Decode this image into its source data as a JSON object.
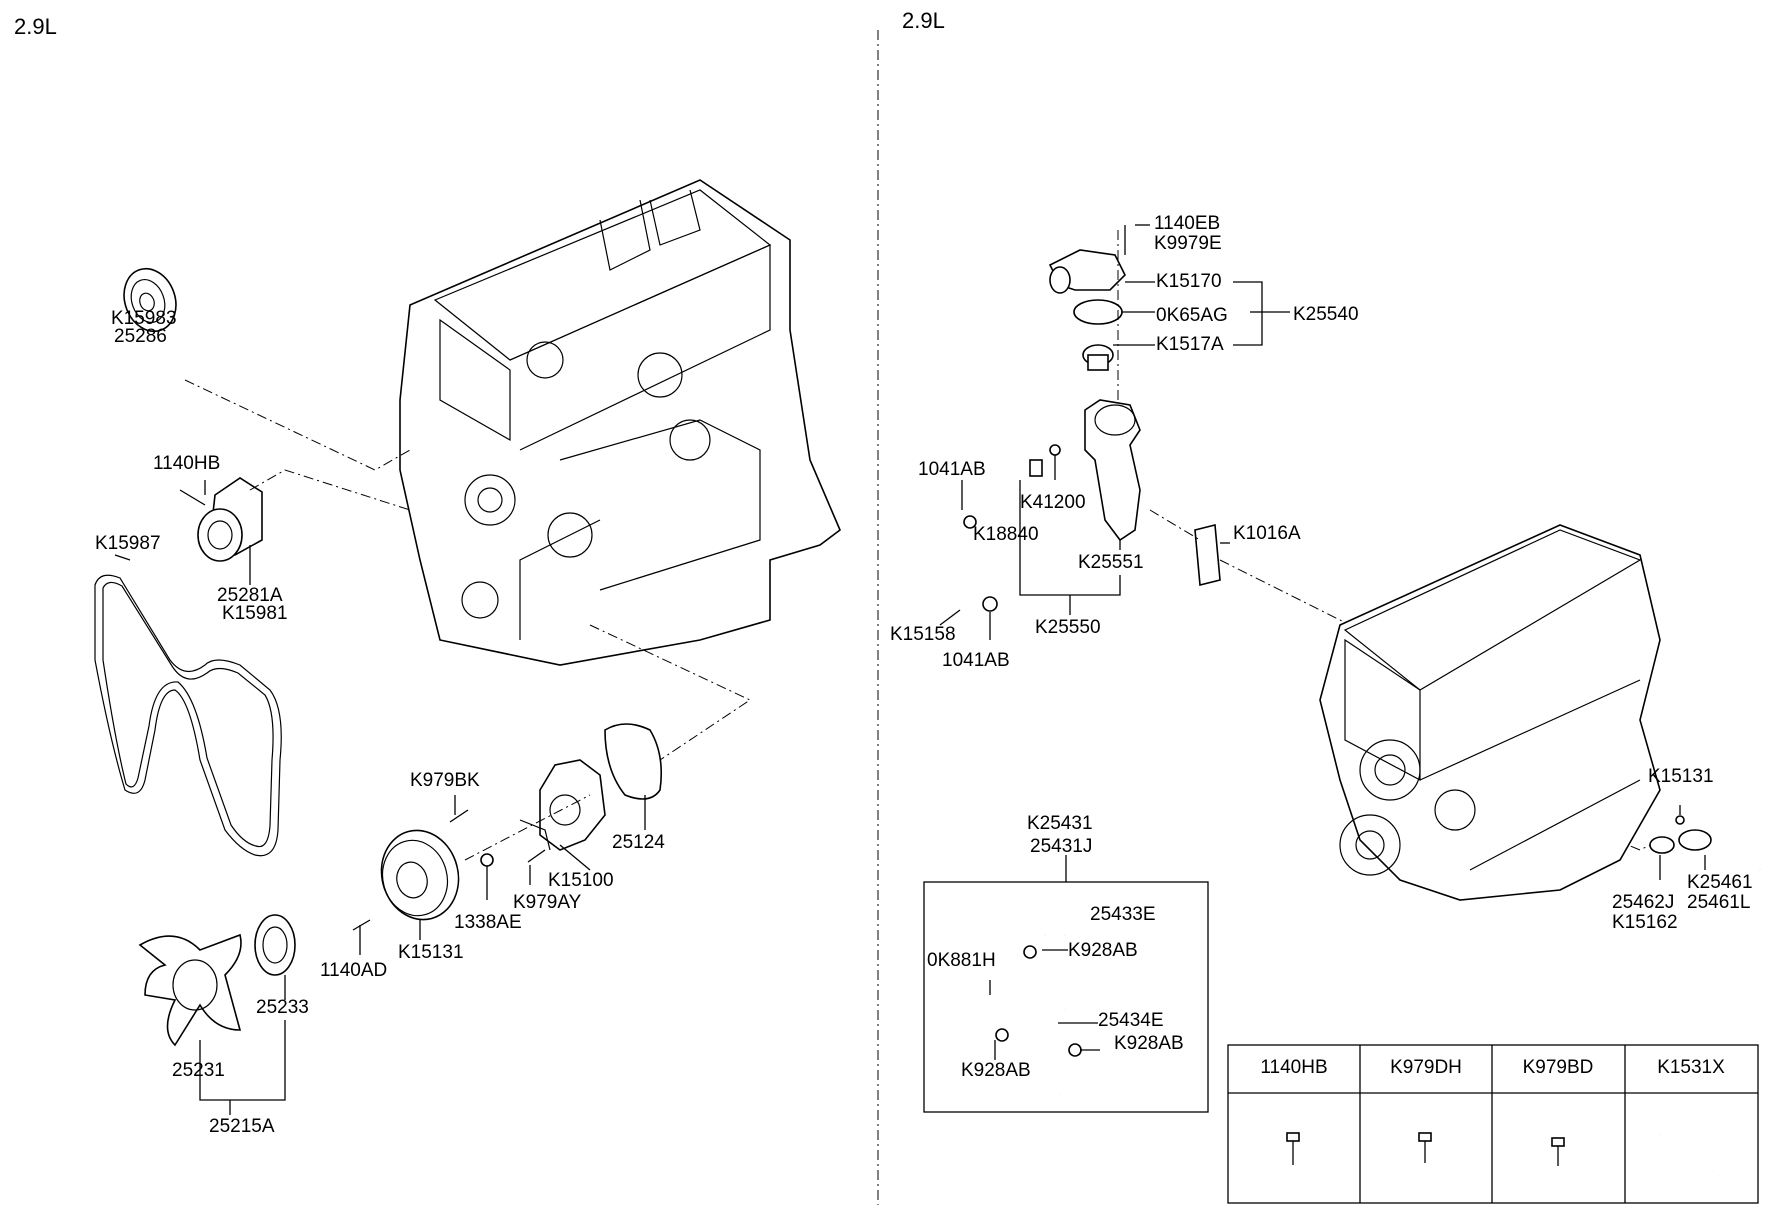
{
  "headers": {
    "left": "2.9L",
    "right": "2.9L"
  },
  "labels": {
    "k15983": "K15983",
    "p25286": "25286",
    "p1140hb": "1140HB",
    "k15987": "K15987",
    "p25281a": "25281A",
    "k15981": "K15981",
    "k979bk": "K979BK",
    "p25124": "25124",
    "k15100": "K15100",
    "k979ay": "K979AY",
    "p1338ae": "1338AE",
    "k15131_left": "K15131",
    "p1140ad": "1140AD",
    "p25233": "25233",
    "p25231": "25231",
    "p25215a": "25215A",
    "p1140eb": "1140EB",
    "k9979e": "K9979E",
    "k15170": "K15170",
    "p0k65ag": "0K65AG",
    "k25540": "K25540",
    "k1517a": "K1517A",
    "p1041ab_top": "1041AB",
    "k41200": "K41200",
    "k18840": "K18840",
    "k1016a": "K1016A",
    "k25551": "K25551",
    "k15158": "K15158",
    "k25550": "K25550",
    "p1041ab_bottom": "1041AB",
    "k25431": "K25431",
    "p25431j": "25431J",
    "p25433e": "25433E",
    "p0k881h": "0K881H",
    "k928ab_1": "K928AB",
    "p25434e": "25434E",
    "k928ab_2": "K928AB",
    "k928ab_3": "K928AB",
    "k15131_right": "K15131",
    "k25461": "K25461",
    "p25462j": "25462J",
    "p25461l": "25461L",
    "k15162": "K15162"
  },
  "table": {
    "columns": [
      "1140HB",
      "K979DH",
      "K979BD",
      "K1531X"
    ],
    "icons": [
      "bolt-icon",
      "bolt-icon",
      "bolt-icon",
      "hose-icon"
    ]
  }
}
